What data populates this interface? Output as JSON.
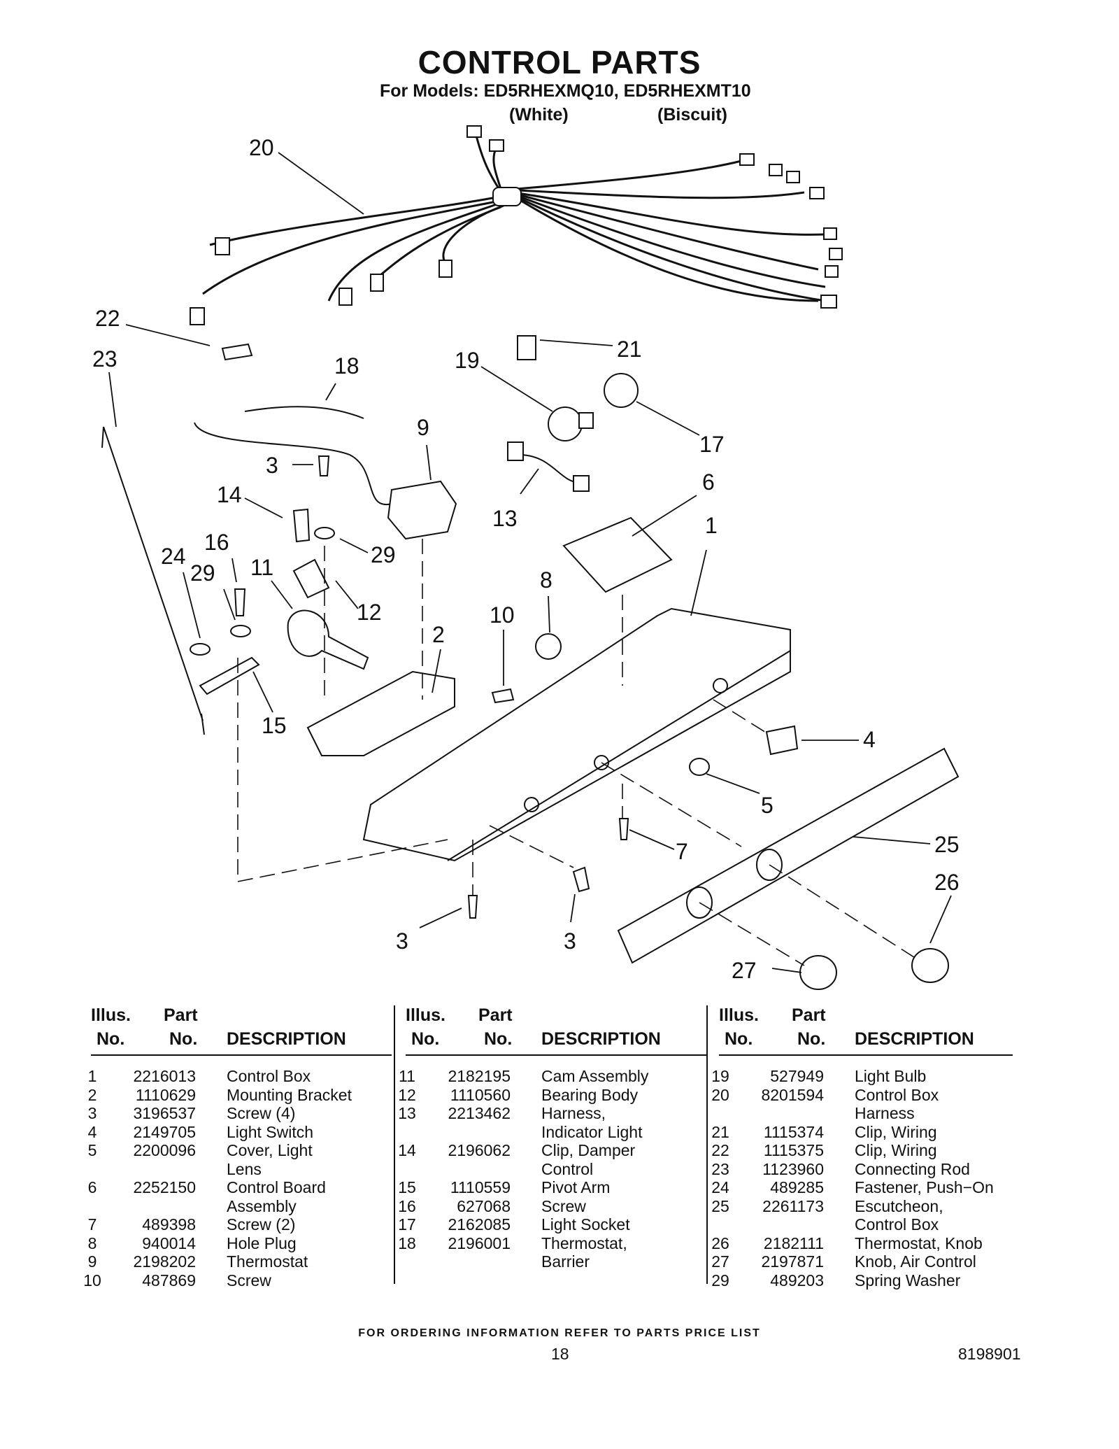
{
  "header": {
    "title": "CONTROL PARTS",
    "models": "For Models: ED5RHEXMQ10, ED5RHEXMT10",
    "color_white": "(White)",
    "color_biscuit": "(Biscuit)"
  },
  "callouts": [
    "20",
    "22",
    "23",
    "18",
    "19",
    "21",
    "17",
    "9",
    "3",
    "14",
    "13",
    "6",
    "1",
    "16",
    "24",
    "29",
    "11",
    "29",
    "12",
    "8",
    "10",
    "2",
    "4",
    "15",
    "5",
    "7",
    "25",
    "26",
    "3",
    "3",
    "27"
  ],
  "table_headers": {
    "illus": "Illus.",
    "no": "No.",
    "part": "Part",
    "part_no": "No.",
    "description": "DESCRIPTION"
  },
  "columns": [
    [
      {
        "illus": "1",
        "part": "2216013",
        "desc": "Control Box",
        "desc2": ""
      },
      {
        "illus": "2",
        "part": "1110629",
        "desc": "Mounting Bracket",
        "desc2": ""
      },
      {
        "illus": "3",
        "part": "3196537",
        "desc": "Screw (4)",
        "desc2": ""
      },
      {
        "illus": "4",
        "part": "2149705",
        "desc": "Light Switch",
        "desc2": ""
      },
      {
        "illus": "5",
        "part": "2200096",
        "desc": "Cover, Light",
        "desc2": "Lens"
      },
      {
        "illus": "6",
        "part": "2252150",
        "desc": "Control Board",
        "desc2": "Assembly"
      },
      {
        "illus": "7",
        "part": "489398",
        "desc": "Screw (2)",
        "desc2": ""
      },
      {
        "illus": "8",
        "part": "940014",
        "desc": "Hole Plug",
        "desc2": ""
      },
      {
        "illus": "9",
        "part": "2198202",
        "desc": "Thermostat",
        "desc2": ""
      },
      {
        "illus": "10",
        "part": "487869",
        "desc": "Screw",
        "desc2": ""
      }
    ],
    [
      {
        "illus": "11",
        "part": "2182195",
        "desc": "Cam Assembly",
        "desc2": ""
      },
      {
        "illus": "12",
        "part": "1110560",
        "desc": "Bearing Body",
        "desc2": ""
      },
      {
        "illus": "13",
        "part": "2213462",
        "desc": "Harness,",
        "desc2": "Indicator Light"
      },
      {
        "illus": "14",
        "part": "2196062",
        "desc": "Clip, Damper",
        "desc2": "Control"
      },
      {
        "illus": "15",
        "part": "1110559",
        "desc": "Pivot Arm",
        "desc2": ""
      },
      {
        "illus": "16",
        "part": "627068",
        "desc": "Screw",
        "desc2": ""
      },
      {
        "illus": "17",
        "part": "2162085",
        "desc": "Light Socket",
        "desc2": ""
      },
      {
        "illus": "18",
        "part": "2196001",
        "desc": "Thermostat,",
        "desc2": "Barrier"
      }
    ],
    [
      {
        "illus": "19",
        "part": "527949",
        "desc": "Light Bulb",
        "desc2": ""
      },
      {
        "illus": "20",
        "part": "8201594",
        "desc": "Control Box",
        "desc2": "Harness"
      },
      {
        "illus": "21",
        "part": "1115374",
        "desc": "Clip, Wiring",
        "desc2": ""
      },
      {
        "illus": "22",
        "part": "1115375",
        "desc": "Clip, Wiring",
        "desc2": ""
      },
      {
        "illus": "23",
        "part": "1123960",
        "desc": "Connecting Rod",
        "desc2": ""
      },
      {
        "illus": "24",
        "part": "489285",
        "desc": "Fastener, Push−On",
        "desc2": ""
      },
      {
        "illus": "25",
        "part": "2261173",
        "desc": "Escutcheon,",
        "desc2": "Control Box"
      },
      {
        "illus": "26",
        "part": "2182111",
        "desc": "Thermostat, Knob",
        "desc2": ""
      },
      {
        "illus": "27",
        "part": "2197871",
        "desc": "Knob, Air Control",
        "desc2": ""
      },
      {
        "illus": "29",
        "part": "489203",
        "desc": "Spring Washer",
        "desc2": ""
      }
    ]
  ],
  "footer": {
    "ordering": "FOR ORDERING INFORMATION REFER TO PARTS PRICE LIST",
    "page": "18",
    "doc_number": "8198901"
  }
}
